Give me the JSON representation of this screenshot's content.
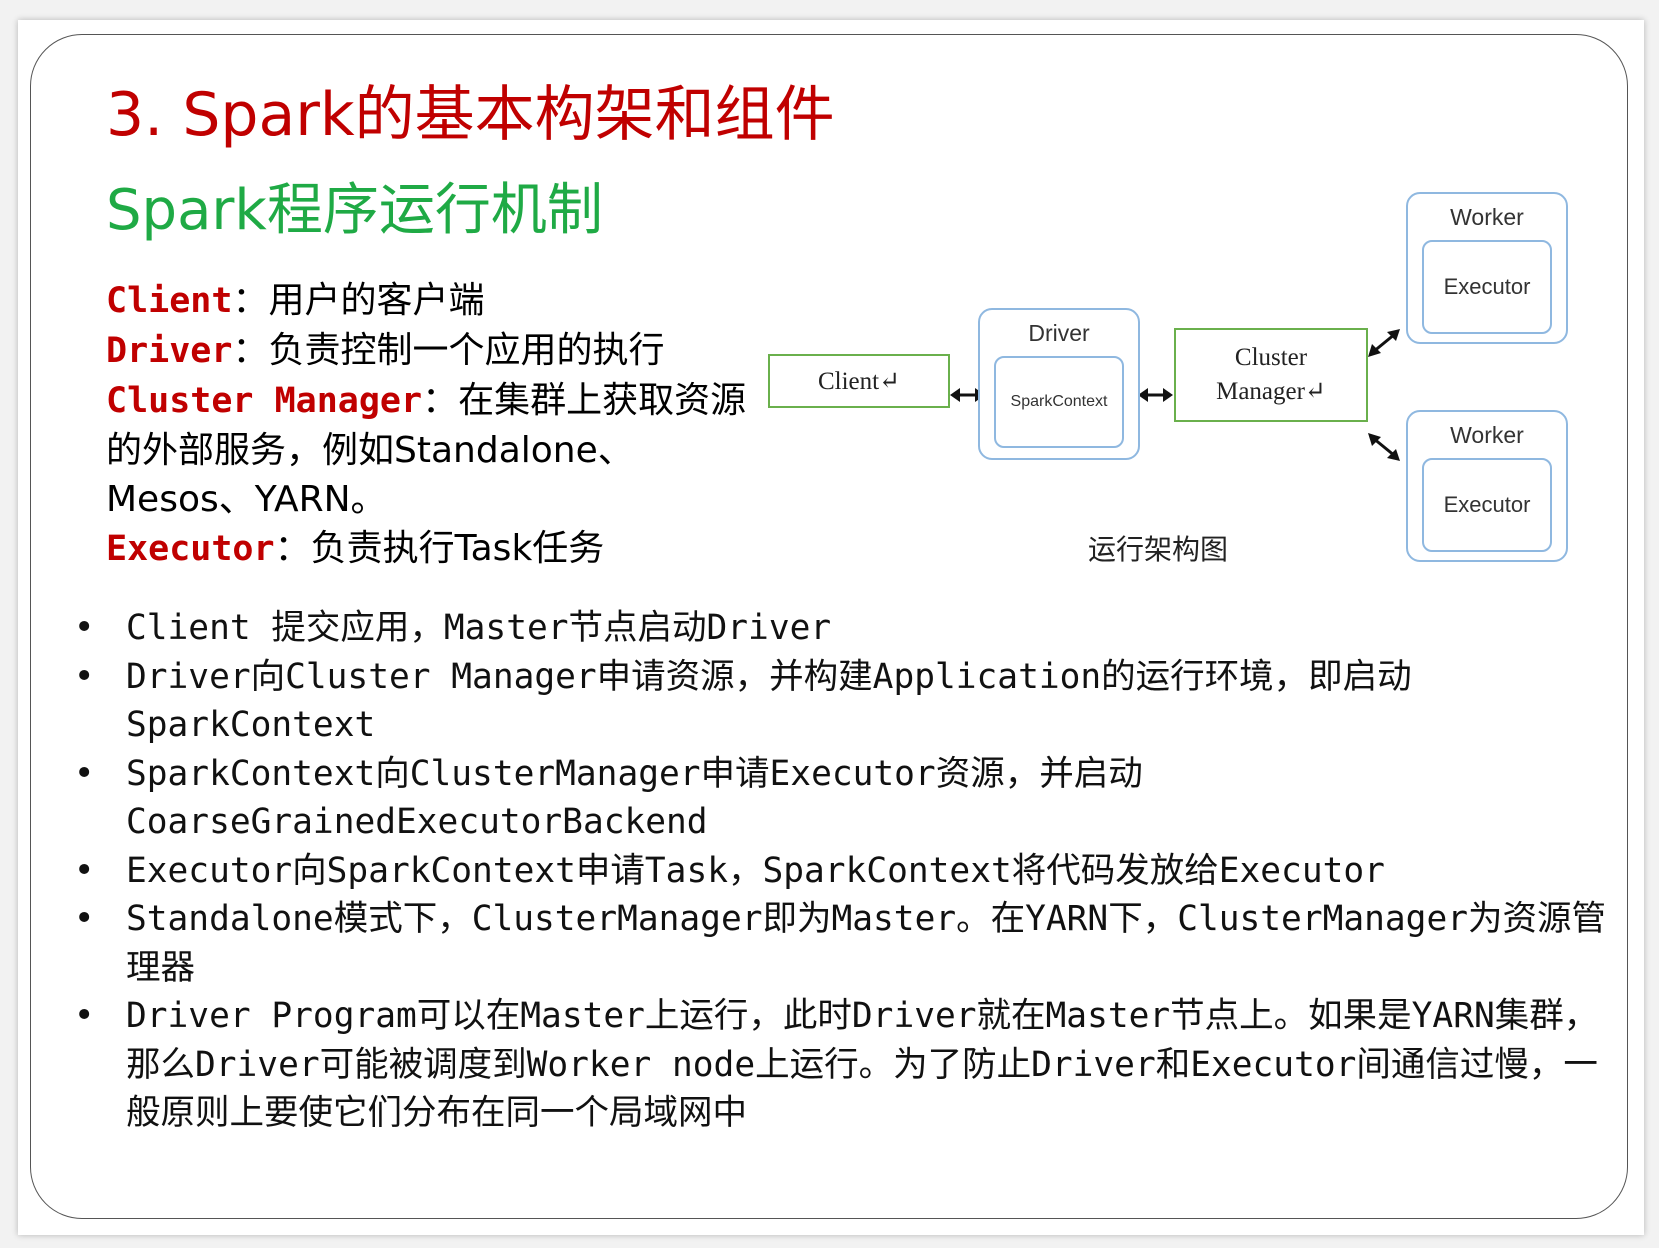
{
  "title": "3. Spark的基本构架和组件",
  "subtitle": "Spark程序运行机制",
  "definitions": [
    {
      "term": "Client",
      "sep": "：",
      "desc": "用户的客户端"
    },
    {
      "term": "Driver",
      "sep": "：",
      "desc": "负责控制一个应用的执行"
    },
    {
      "term": "Cluster Manager",
      "sep": "：",
      "desc": "在集群上获取资源的外部服务，例如Standalone、Mesos、YARN。"
    },
    {
      "term": "Executor",
      "sep": "：",
      "desc": "负责执行Task任务"
    }
  ],
  "diagram": {
    "client": "Client↵",
    "driver": "Driver",
    "spark_context": "SparkContext",
    "cluster_manager_line1": "Cluster",
    "cluster_manager_line2": "Manager↵",
    "worker_top": "Worker",
    "executor_top": "Executor",
    "worker_bottom": "Worker",
    "executor_bottom": "Executor",
    "caption": "运行架构图"
  },
  "bullets": [
    "Client 提交应用，Master节点启动Driver",
    "Driver向Cluster Manager申请资源，并构建Application的运行环境，即启动SparkContext",
    "SparkContext向ClusterManager申请Executor资源，并启动CoarseGrainedExecutorBackend",
    "Executor向SparkContext申请Task，SparkContext将代码发放给Executor",
    "Standalone模式下，ClusterManager即为Master。在YARN下，ClusterManager为资源管理器",
    "Driver Program可以在Master上运行，此时Driver就在Master节点上。如果是YARN集群，那么Driver可能被调度到Worker node上运行。为了防止Driver和Executor间通信过慢，一般原则上要使它们分布在同一个局域网中"
  ]
}
